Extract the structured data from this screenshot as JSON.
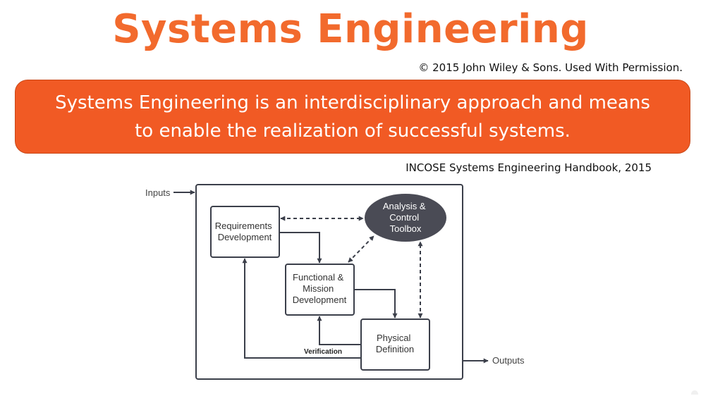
{
  "title": "Systems Engineering",
  "copyright": "© 2015 John Wiley & Sons. Used With Permission.",
  "definition": {
    "line1": "Systems Engineering is an interdisciplinary approach and means",
    "line2": "to enable the realization of successful systems."
  },
  "source": "INCOSE Systems Engineering Handbook, 2015",
  "diagram": {
    "inputs": "Inputs",
    "outputs": "Outputs",
    "requirements": [
      "Requirements",
      "Development"
    ],
    "functional": [
      "Functional &",
      "Mission",
      "Development"
    ],
    "physical": [
      "Physical",
      "Definition"
    ],
    "toolbox": [
      "Analysis &",
      "Control",
      "Toolbox"
    ],
    "verification": "Verification"
  },
  "colors": {
    "title": "#f26a2d",
    "banner": "#f15a24",
    "toolbox_fill": "#4a4b55",
    "line": "#3b3f4a"
  }
}
